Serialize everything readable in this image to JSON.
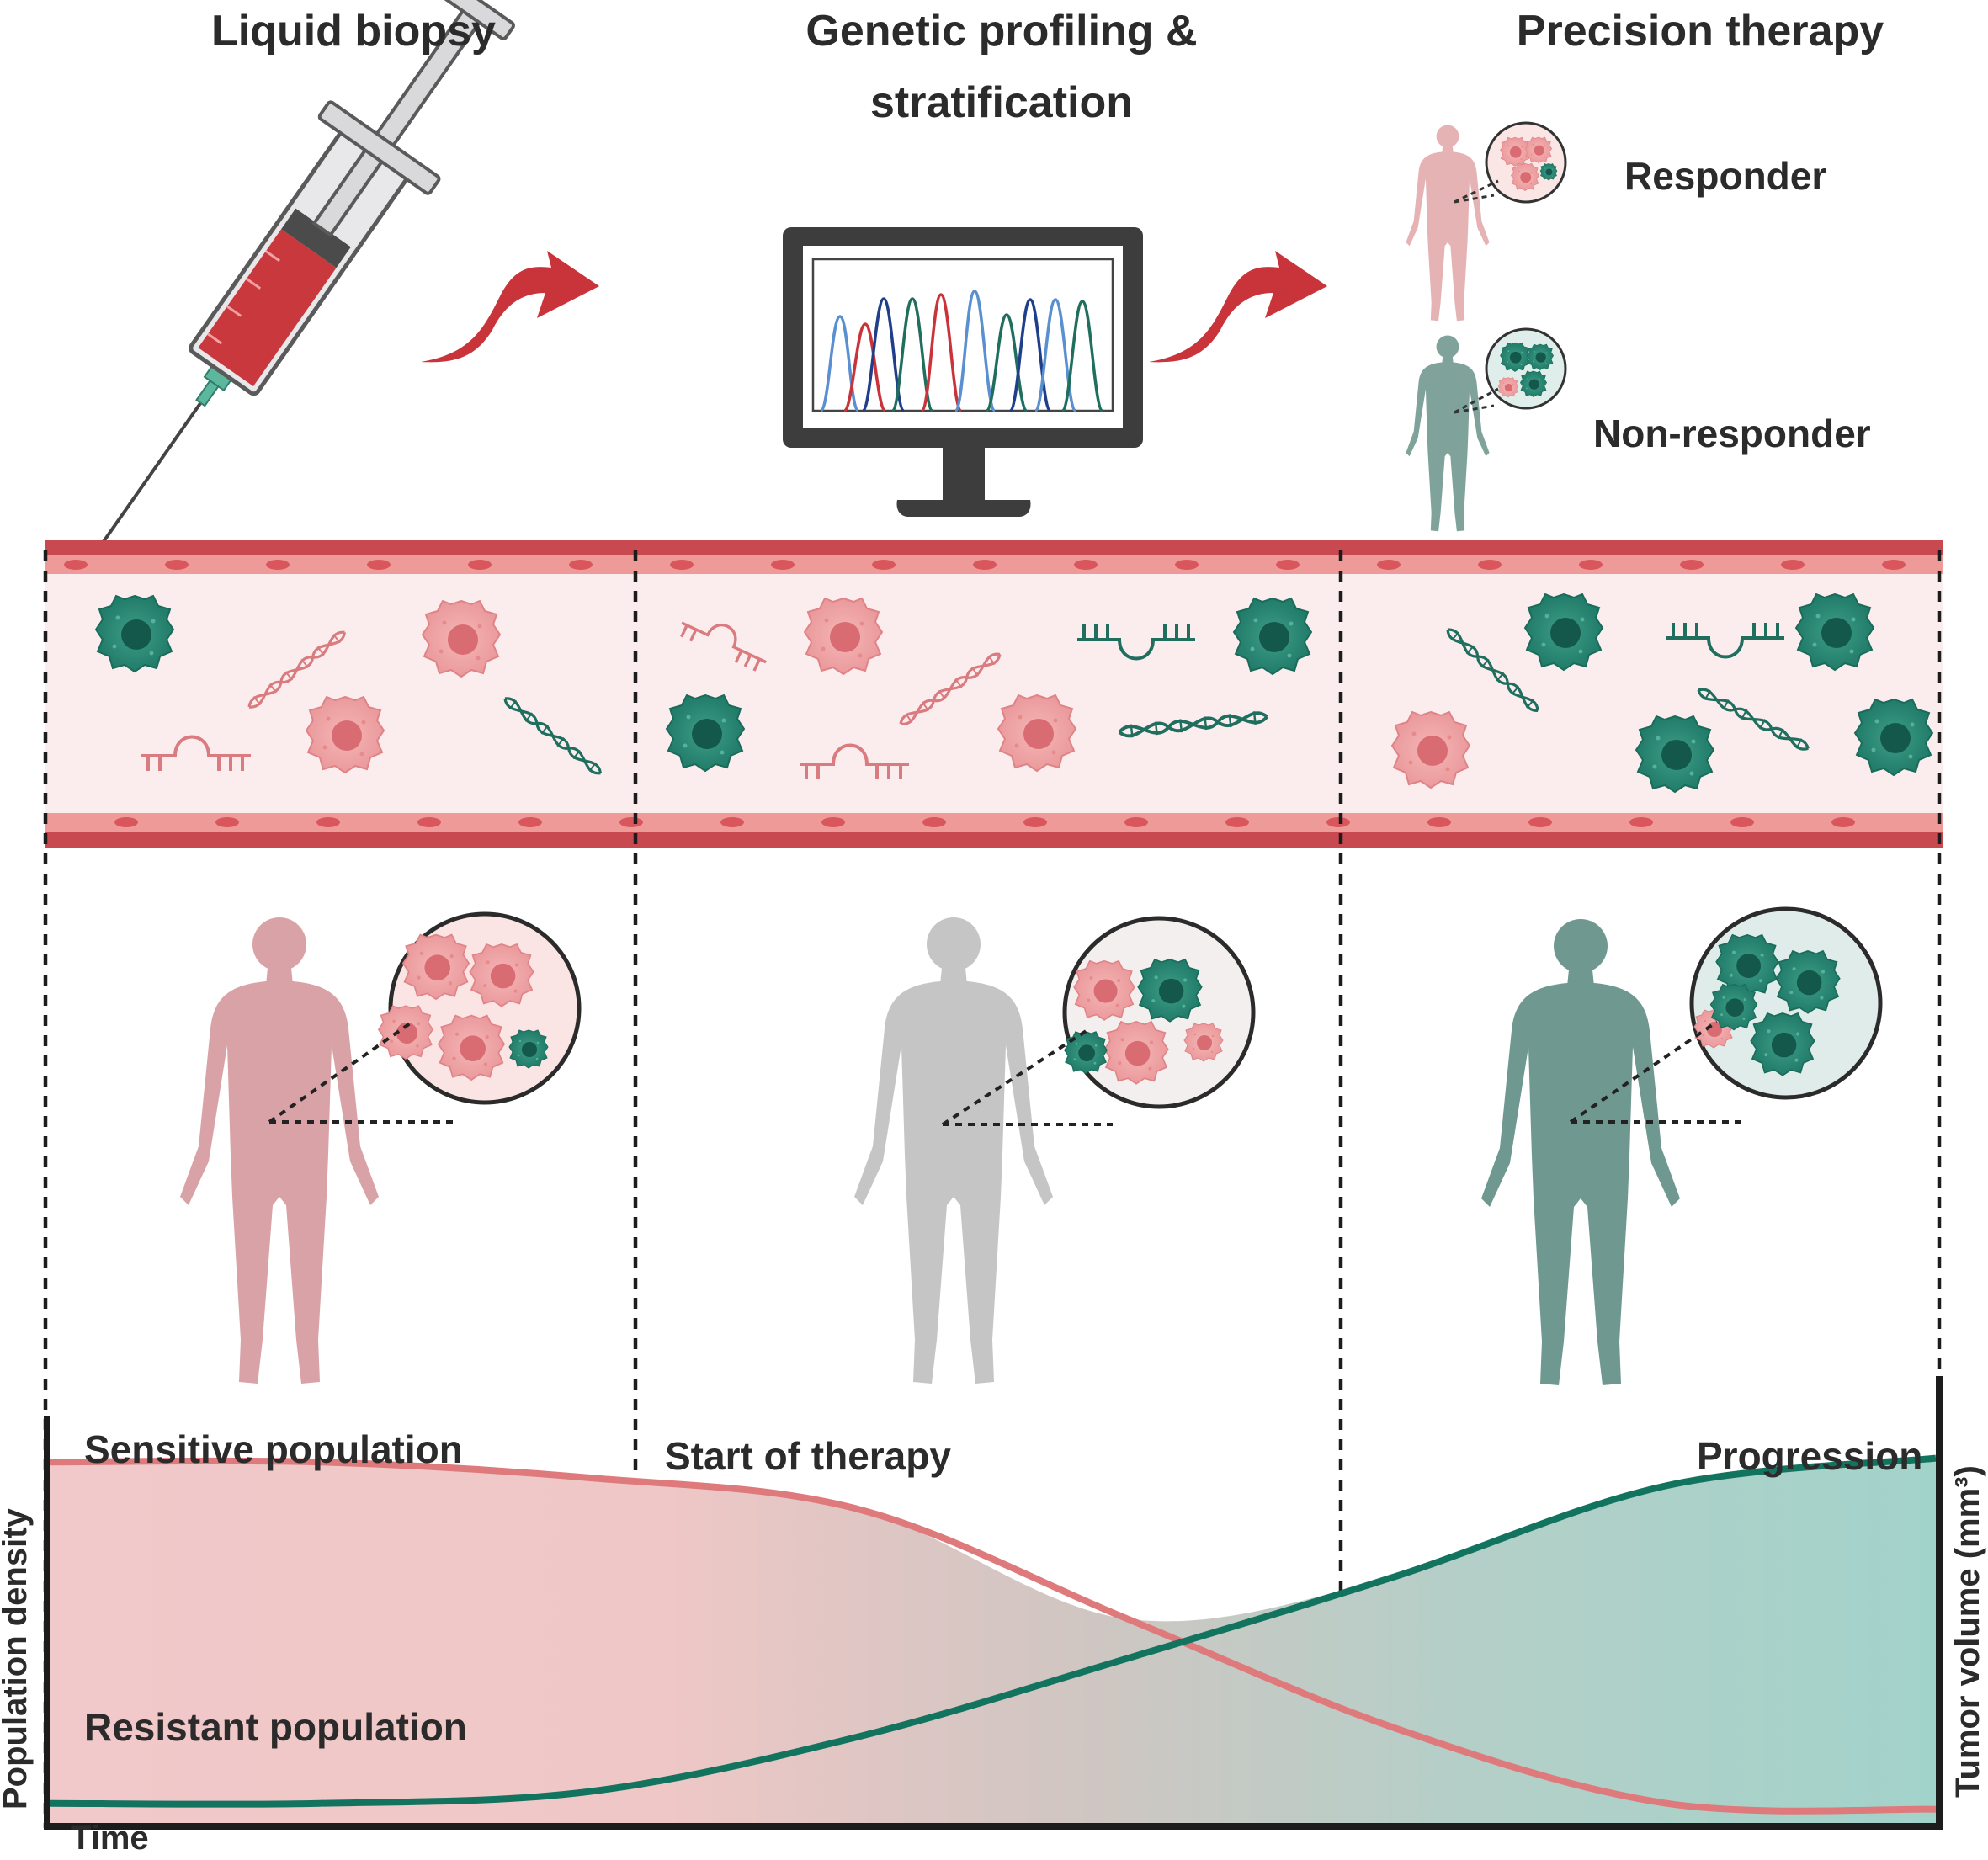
{
  "stages": {
    "biopsy": "Liquid biopsy",
    "profiling_line1": "Genetic profiling &",
    "profiling_line2": "stratification",
    "therapy": "Precision therapy"
  },
  "outcomes": {
    "responder": "Responder",
    "non_responder": "Non-responder"
  },
  "chart_data": {
    "type": "area",
    "series": [
      {
        "name": "Sensitive population",
        "values": [
          0.92,
          0.92,
          0.88,
          0.8,
          0.52,
          0.24,
          0.05,
          0.035
        ]
      },
      {
        "name": "Resistant population",
        "values": [
          0.05,
          0.05,
          0.08,
          0.22,
          0.42,
          0.63,
          0.86,
          0.93
        ]
      }
    ],
    "annotations": [
      "Start of therapy",
      "Progression"
    ],
    "xlabel": "Time",
    "ylabel_left": "Population density",
    "ylabel_right": "Tumor volume (mm³)",
    "grid": false
  },
  "colors": {
    "sensitive": "#e07a7c",
    "resistant": "#1a7a68",
    "vessel_wall": "#c8494f",
    "vessel_lumen": "#fbeded",
    "arrow": "#c9343a",
    "body_pink": "#d9a2a6",
    "body_grey": "#c5c5c5",
    "body_teal": "#6f9990"
  }
}
